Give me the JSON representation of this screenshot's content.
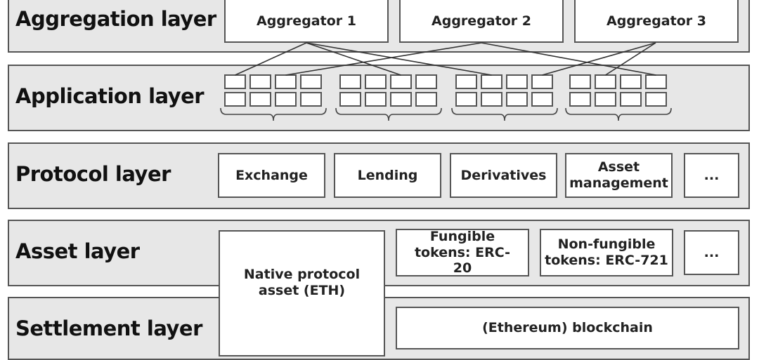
{
  "layers": {
    "aggregation": "Aggregation layer",
    "application": "Application layer",
    "protocol": "Protocol layer",
    "asset": "Asset layer",
    "settlement": "Settlement layer"
  },
  "aggregators": [
    "Aggregator 1",
    "Aggregator 2",
    "Aggregator 3"
  ],
  "application": {
    "groups": 4,
    "rows": 2,
    "cols": 4
  },
  "connections": [
    {
      "aggregator": 0,
      "group": 0,
      "box": 0
    },
    {
      "aggregator": 0,
      "group": 1,
      "box": 2
    },
    {
      "aggregator": 0,
      "group": 2,
      "box": 1
    },
    {
      "aggregator": 1,
      "group": 0,
      "box": 2
    },
    {
      "aggregator": 1,
      "group": 3,
      "box": 3
    },
    {
      "aggregator": 2,
      "group": 2,
      "box": 3
    },
    {
      "aggregator": 2,
      "group": 3,
      "box": 1
    }
  ],
  "protocols": [
    "Exchange",
    "Lending",
    "Derivatives",
    "Asset management",
    "..."
  ],
  "assets": {
    "native": "Native protocol asset (ETH)",
    "fungible": "Fungible tokens: ERC-20",
    "non_fungible": "Non-fungible tokens: ERC-721",
    "more": "..."
  },
  "settlement": {
    "blockchain": "(Ethereum) blockchain"
  }
}
